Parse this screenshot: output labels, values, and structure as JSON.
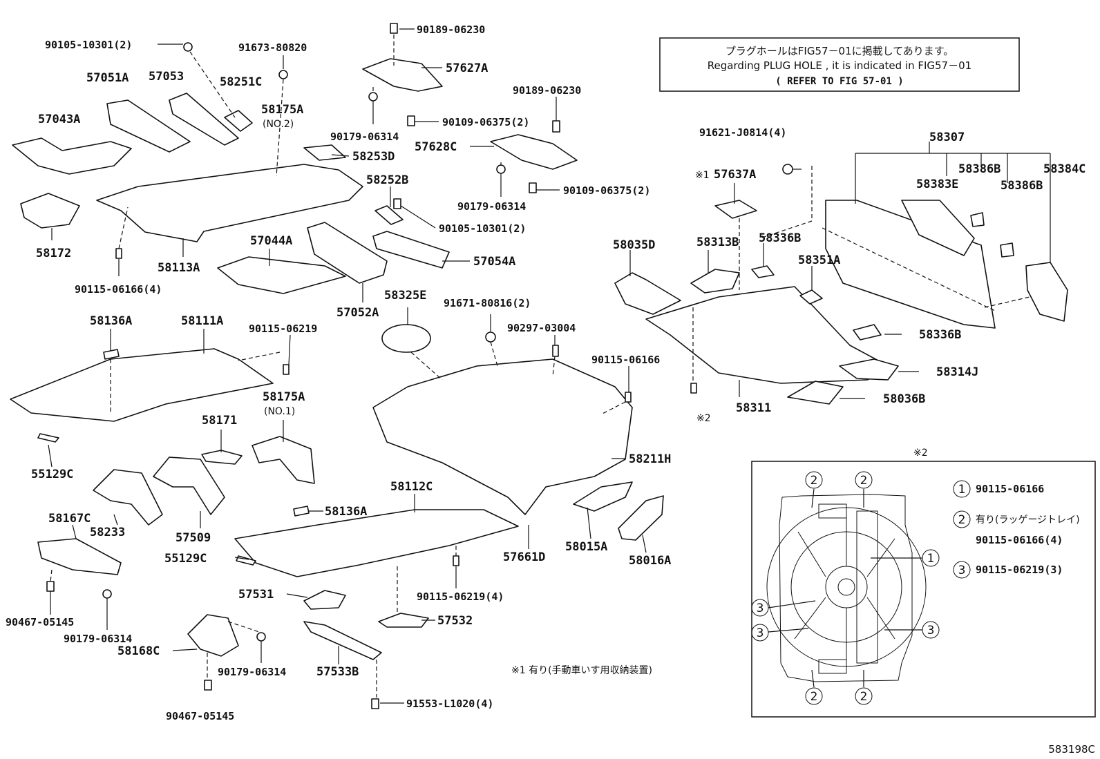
{
  "note": {
    "line1": "プラグホールはFIG57－01に掲載してあります。",
    "line2": "Regarding PLUG HOLE , it is indicated in FIG57－01",
    "line3": "( REFER TO FIG 57-01 )"
  },
  "footnote": "※1 有り(手動車いす用収納装置)",
  "figure_code": "583198C",
  "labels": {
    "p90105_10301_2a": "90105-10301(2)",
    "p91673_80820": "91673-80820",
    "p90189_06230a": "90189-06230",
    "p57627A": "57627A",
    "p57051A": "57051A",
    "p57053": "57053",
    "p58251C": "58251C",
    "p58175A_no2": "58175A",
    "no2": "(NO.2)",
    "p57043A": "57043A",
    "p90179_06314a": "90179-06314",
    "p90109_06375_2a": "90109-06375(2)",
    "p90189_06230b": "90189-06230",
    "p57628C": "57628C",
    "p58253D": "58253D",
    "p58252B": "58252B",
    "p90179_06314b": "90179-06314",
    "p90109_06375_2b": "90109-06375(2)",
    "p90105_10301_2b": "90105-10301(2)",
    "p58172": "58172",
    "p58113A": "58113A",
    "p57044A": "57044A",
    "p57054A": "57054A",
    "p90115_06166_4a": "90115-06166(4)",
    "p57052A": "57052A",
    "p58325E": "58325E",
    "p91671_80816_2": "91671-80816(2)",
    "p90297_03004": "90297-03004",
    "p58136Aa": "58136A",
    "p58111A": "58111A",
    "p90115_06219a": "90115-06219",
    "p90115_06166b": "90115-06166",
    "p58175A_no1": "58175A",
    "no1": "(NO.1)",
    "p58171": "58171",
    "p55129Ca": "55129C",
    "p58211H": "58211H",
    "p58112C": "58112C",
    "p58136Ab": "58136A",
    "p58167C": "58167C",
    "p58233": "58233",
    "p57509": "57509",
    "p55129Cb": "55129C",
    "p57661D": "57661D",
    "p58015A": "58015A",
    "p58016A": "58016A",
    "p90115_06219_4": "90115-06219(4)",
    "p90467_05145a": "90467-05145",
    "p90179_06314c": "90179-06314",
    "p57531": "57531",
    "p57532": "57532",
    "p58168C": "58168C",
    "p90179_06314d": "90179-06314",
    "p57533B": "57533B",
    "p90467_05145b": "90467-05145",
    "p91553_L1020_4": "91553-L1020(4)",
    "p91621_J0814_4": "91621-J0814(4)",
    "p58307": "58307",
    "mark1": "※1",
    "p57637A": "57637A",
    "p58383E": "58383E",
    "p58386Ba": "58386B",
    "p58384C": "58384C",
    "p58386Bb": "58386B",
    "p58035D": "58035D",
    "p58313B": "58313B",
    "p58336Ba": "58336B",
    "p58351A": "58351A",
    "p58336Bb": "58336B",
    "p58314J": "58314J",
    "p58036B": "58036B",
    "p58311": "58311",
    "mark2": "※2"
  },
  "inset": {
    "title": "※2",
    "legend": [
      {
        "num": "1",
        "text": "90115-06166"
      },
      {
        "num": "2",
        "text": "有り(ラッゲージトレイ)"
      },
      {
        "num": "",
        "text": "90115-06166(4)"
      },
      {
        "num": "3",
        "text": "90115-06219(3)"
      }
    ],
    "callouts": [
      "2",
      "2",
      "1",
      "3",
      "3",
      "3",
      "2",
      "2"
    ]
  }
}
